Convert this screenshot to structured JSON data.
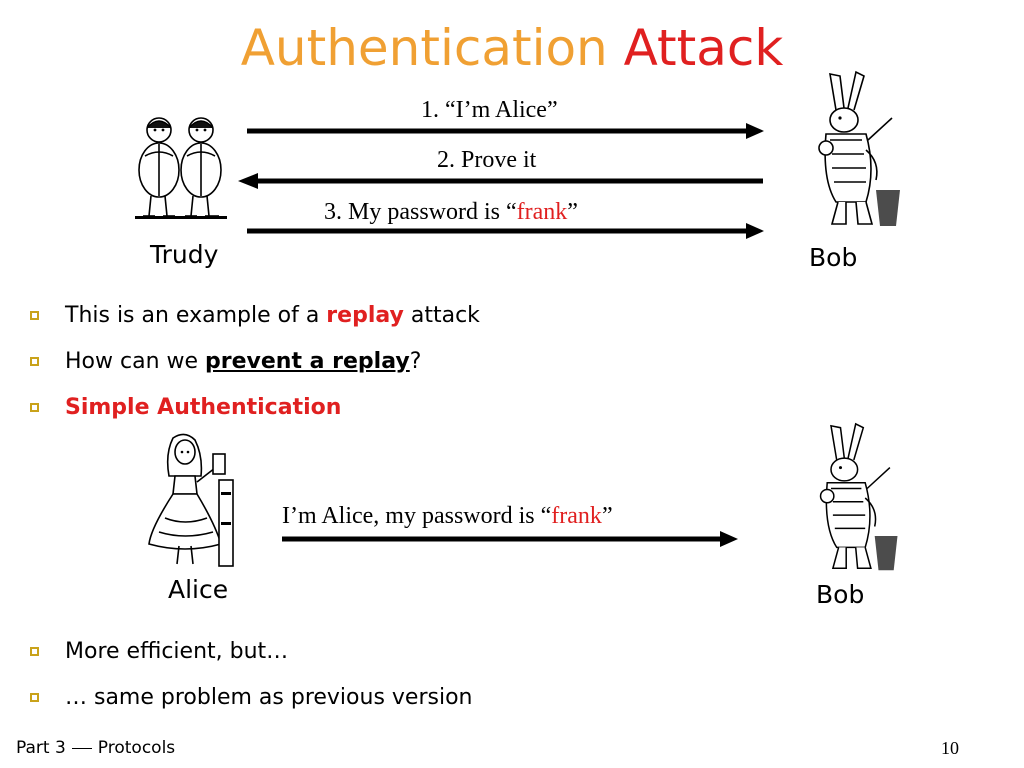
{
  "title": {
    "part1": "Authentication",
    "part2": "Attack"
  },
  "colors": {
    "title_orange": "#f0a033",
    "red": "#e02020",
    "bullet": "#c9a21a"
  },
  "diagram1": {
    "msg1": "1. “I’m Alice”",
    "msg2": "2. Prove it",
    "msg3_prefix": "3. My password is “",
    "msg3_highlight": "frank",
    "msg3_suffix": "”",
    "left_actor": "Trudy",
    "right_actor": "Bob"
  },
  "bullets1": [
    {
      "pre": "This is an example of a ",
      "bold": "replay",
      "post": " attack"
    },
    {
      "pre": "How can we ",
      "bold": "prevent a replay",
      "post": "?"
    },
    {
      "text": "Simple Authentication"
    }
  ],
  "diagram2": {
    "msg_prefix": "I’m Alice, my password is “",
    "msg_highlight": "frank",
    "msg_suffix": "”",
    "left_actor": "Alice",
    "right_actor": "Bob"
  },
  "bullets2": [
    {
      "text": "More efficient, but…"
    },
    {
      "text": "… same problem as previous version"
    }
  ],
  "footer": {
    "part": "Part 3",
    "topic": "Protocols",
    "page": "10"
  }
}
